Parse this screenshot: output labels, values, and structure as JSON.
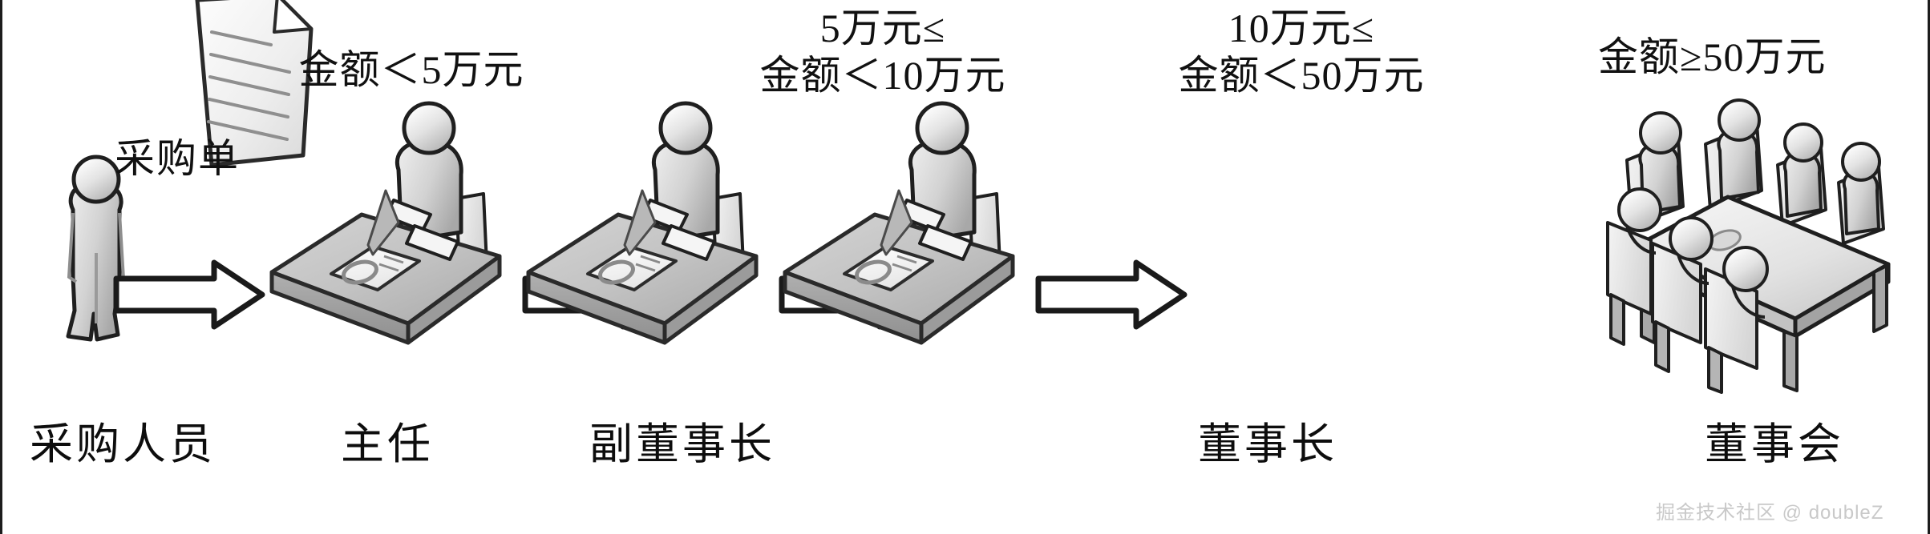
{
  "diagram": {
    "title_implicit": "采购审批流程图",
    "flow_label": "采购单",
    "watermark": "掘金技术社区 @ doubleZ",
    "colors": {
      "outline": "#1c1c1c",
      "fill_light": "#f2f2f2",
      "fill_mid": "#c9c9c9",
      "fill_dark": "#a6a6a6",
      "text": "#111111",
      "watermark": "#c9c9c9",
      "background": "#ffffff"
    },
    "stages": [
      {
        "id": "requester",
        "role": "采购人员",
        "icon": "standing-person-icon",
        "condition_lines": []
      },
      {
        "id": "director",
        "role": "主任",
        "icon": "person-at-desk-icon",
        "condition_lines": [
          "金额＜5万元"
        ]
      },
      {
        "id": "vice-chairman",
        "role": "副董事长",
        "icon": "person-at-desk-icon",
        "condition_lines": [
          "5万元≤",
          "金额＜10万元"
        ]
      },
      {
        "id": "chairman",
        "role": "董事长",
        "icon": "person-at-desk-icon",
        "condition_lines": [
          "10万元≤",
          "金额＜50万元"
        ]
      },
      {
        "id": "board",
        "role": "董事会",
        "icon": "board-meeting-table-icon",
        "condition_lines": [
          "金额≥50万元"
        ]
      }
    ],
    "arrows": [
      {
        "id": "arrow-1",
        "from": "requester",
        "to": "director",
        "label": "采购单"
      },
      {
        "id": "arrow-2",
        "from": "director",
        "to": "vice-chairman",
        "label": ""
      },
      {
        "id": "arrow-3",
        "from": "vice-chairman",
        "to": "chairman",
        "label": ""
      },
      {
        "id": "arrow-4",
        "from": "chairman",
        "to": "board",
        "label": ""
      }
    ],
    "document_icon": {
      "name": "purchase-order-document-icon",
      "line_count": 5
    }
  }
}
